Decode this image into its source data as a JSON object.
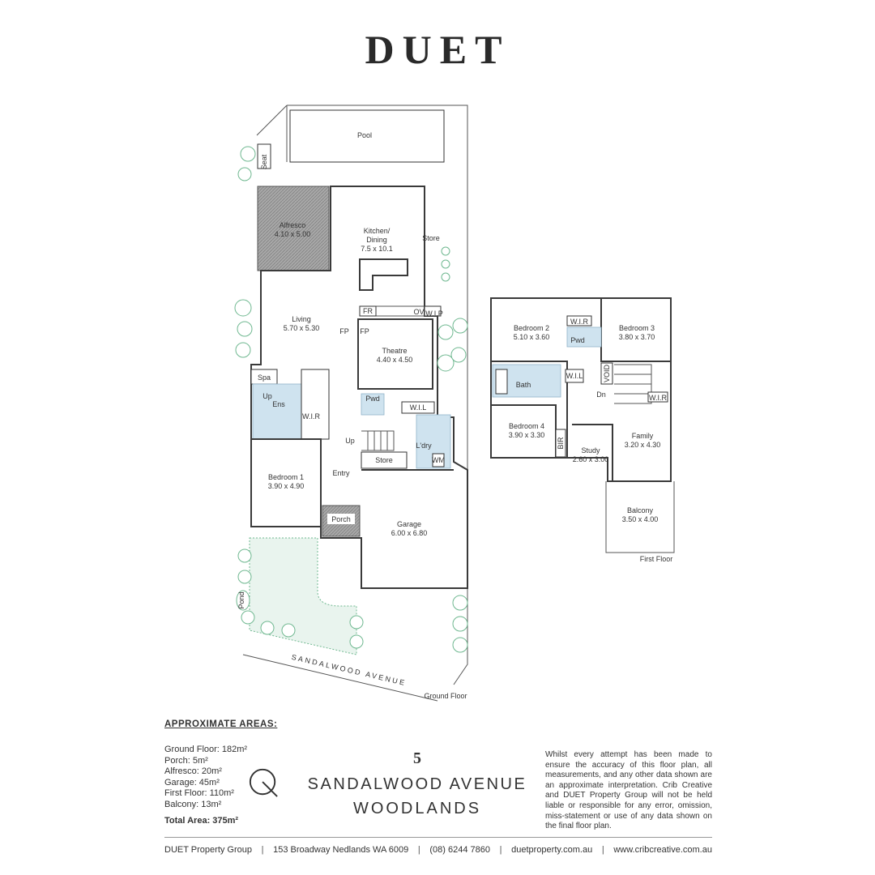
{
  "brand": "DUET",
  "plan": {
    "rooms_ground": {
      "pool": "Pool",
      "seat": "Seat",
      "alfresco": "Alfresco",
      "alfresco_dim": "4.10 x 5.00",
      "kitchen": "Kitchen/",
      "kitchen2": "Dining",
      "kitchen_dim": "7.5 x 10.1",
      "store_top": "Store",
      "living": "Living",
      "living_dim": "5.70 x 5.30",
      "fr": "FR",
      "ov": "OV",
      "wip": "W.I.P",
      "fp1": "FP",
      "fp2": "FP",
      "theatre": "Theatre",
      "theatre_dim": "4.40 x 4.50",
      "spa": "Spa",
      "up1": "Up",
      "ens": "Ens",
      "wir1": "W.I.R",
      "pwd": "Pwd",
      "wil": "W.I.L",
      "ldry": "L'dry",
      "wm": "WM",
      "up2": "Up",
      "store": "Store",
      "bedroom1": "Bedroom 1",
      "bedroom1_dim": "3.90 x 4.90",
      "entry": "Entry",
      "porch": "Porch",
      "garage": "Garage",
      "garage_dim": "6.00 x 6.80",
      "pond": "Pond",
      "street": "SANDALWOOD AVENUE",
      "floor_label": "Ground Floor"
    },
    "rooms_first": {
      "bedroom2": "Bedroom 2",
      "bedroom2_dim": "5.10 x 3.60",
      "wir_a": "W.I.R",
      "pwd": "Pwd",
      "bedroom3": "Bedroom 3",
      "bedroom3_dim": "3.80 x 3.70",
      "bath": "Bath",
      "wil": "W.I.L",
      "void": "VOID",
      "dn": "Dn",
      "wir_b": "W.I.R",
      "bedroom4": "Bedroom 4",
      "bedroom4_dim": "3.90 x 3.30",
      "bir": "BIR",
      "study": "Study",
      "study_dim": "2.60 x 3.00",
      "family": "Family",
      "family_dim": "3.20 x 4.30",
      "balcony": "Balcony",
      "balcony_dim": "3.50 x 4.00",
      "floor_label": "First Floor"
    }
  },
  "areas": {
    "heading": "APPROXIMATE AREAS:",
    "items": [
      "Ground Floor: 182m²",
      "Porch: 5m²",
      "Alfresco: 20m²",
      "Garage: 45m²",
      "First Floor: 110m²",
      "Balcony: 13m²"
    ],
    "total": "Total Area: 375m²"
  },
  "address": {
    "number": "5",
    "street": "SANDALWOOD AVENUE",
    "suburb": "WOODLANDS"
  },
  "disclaimer": "Whilst every attempt has been made to ensure the accuracy of this floor plan, all measurements, and any other data shown are an approximate interpretation. Crib Creative and DUET Property Group will not be held liable or responsible for any error, omission, miss-statement or use of any data shown on the final floor plan.",
  "footer": {
    "items": [
      "DUET Property Group",
      "153 Broadway Nedlands WA 6009",
      "(08) 6244 7860",
      "duetproperty.com.au",
      "www.cribcreative.com.au"
    ],
    "separator": "|"
  },
  "colors": {
    "wet_area_tile": "#cfe3ef",
    "hatch": "#9a9a9a",
    "landscape": "#6fb890"
  }
}
